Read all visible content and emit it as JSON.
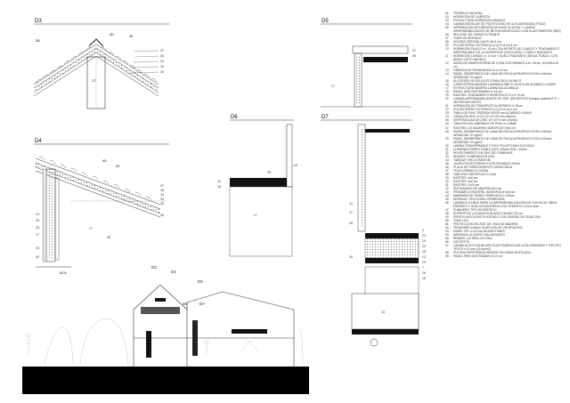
{
  "sheet": {
    "details": [
      {
        "id": "d3",
        "label": "D3"
      },
      {
        "id": "d4",
        "label": "D4"
      },
      {
        "id": "d5",
        "label": "D5"
      },
      {
        "id": "d6",
        "label": "D6"
      },
      {
        "id": "d7",
        "label": "D7"
      }
    ],
    "callouts": {
      "d3_top": [
        "40",
        "40"
      ],
      "d3_right": [
        "37",
        "36",
        "34",
        "33",
        "35"
      ],
      "d3_left": "38",
      "d3_bottom": "17",
      "d4_top": [
        "40",
        "40"
      ],
      "d4_right": [
        "37",
        "36",
        "34",
        "33",
        "35",
        "48"
      ],
      "d4_left": [
        "24",
        "26",
        "26",
        "17",
        "43",
        "42"
      ],
      "d4_mid": [
        "17",
        "48"
      ],
      "d4_bottom": "26/26",
      "d5_right": [
        "17",
        "37",
        "36"
      ],
      "d6_labels": [
        "10",
        "18",
        "35",
        "49",
        "17"
      ],
      "d7_labels": [
        "24",
        "17",
        "25",
        "49",
        "4",
        "23",
        "19",
        "22",
        "25",
        "12",
        "29",
        "7",
        "26",
        "15"
      ],
      "d7_bottom": "15"
    },
    "section_marks": [
      "D3",
      "D4",
      "D5",
      "D6",
      "D7"
    ]
  },
  "legend": [
    {
      "n": "01",
      "t": "TERRENO NATURAL"
    },
    {
      "n": "02",
      "t": "HORMIGÓN DE LIMPIEZA"
    },
    {
      "n": "03",
      "t": "ESTRUCTURA HORMIGÓN ARMADO"
    },
    {
      "n": "04",
      "t": "LÁMINA NODULAR DE POLIETILENO DE ALTA DENSIDAD (PEAD)"
    },
    {
      "n": "05",
      "t": "IMPRIMACIÓN BITUMINOSA DE BASE ACUOSA Y LÁMINA IMPERMEABILIZANTE DE BETÚN MODIFICADO CON ELASTÓMEROS (SBS)"
    },
    {
      "n": "06",
      "t": "RELLENO DE GRAVA FILTRANTE"
    },
    {
      "n": "07",
      "t": "TUBO DE DRENAJE"
    },
    {
      "n": "08",
      "t": "SOLERA SISTEMA CAVITI Ø=3 cm"
    },
    {
      "n": "09",
      "t": "POLIESTIRENO EXTRUIDO (LG) E=6 cm 4 cm"
    },
    {
      "n": "10",
      "t": "HORMIGÓN PULIDO e= 10 cm CON APORTE DE CUARZO Y TRATAMIENTO IMPERMEABLE DE LA SUPERFICIE (INCOLORO) Y SUELO RADIANTE"
    },
    {
      "n": "11",
      "t": "HORMIGÓN LAVADO e= 10 cm Y SUELO RADIANTE (DESACTIVADO, CON ÁRIDO VISTO NEGRO)"
    },
    {
      "n": "12",
      "t": "MURO DE MAMPOSTERÍA DE LOSA CON REMATE A e= 45 cm, SOLERA 20 cm"
    },
    {
      "n": "13",
      "t": "FÁBRICA DE TERMOARCILLA e=19 cm"
    },
    {
      "n": "14",
      "t": "PANEL SEMIRRÍGIDO DE LANA DE ROCA ALPHAROCK E225 e=80mm DENSIDAD 70 kg/m3"
    },
    {
      "n": "15",
      "t": "ALICATADO DE AZULEJO ESMALTADO BLANCO"
    },
    {
      "n": "16",
      "t": "CARPINTERÍA MADERA LAMINADA ABETO DOUGLAS ACABADO LASUR"
    },
    {
      "n": "17",
      "t": "ESTRUCTURA MADERA LAMINADA ACABADA"
    },
    {
      "n": "18",
      "t": "PANEL HEB HUSTEMANN e=16 cm"
    },
    {
      "n": "19",
      "t": "RASTREL TRATAMIENTO HIDRÓFUGO 5 x 5 / 5 cm"
    },
    {
      "n": "20",
      "t": "LÁMINA IMPERMEABILIZANTE DE ZINC (REVESTECH) según patente R.E. / 4M PRESUPUESTO"
    },
    {
      "n": "21",
      "t": "HORMIGÓN DE PENDIENTE ALIGERADO 5-15cm"
    },
    {
      "n": "22",
      "t": "POLIESTIRENO EXTRUIDO (LG) E=6 cm 4 cm"
    },
    {
      "n": "23",
      "t": "TABLA DE PINO TRATADA 90X20 mm ACABADO LASUR"
    },
    {
      "n": "24",
      "t": "CANALÓN ZINC 3+12+12+12+20 mm (94mm)"
    },
    {
      "n": "25",
      "t": "VIERTEAGUAS DE ZINC 10+10+5 mm (20mm)"
    },
    {
      "n": "26",
      "t": "TABLERO AGLOMERADO DE PINO e=1,8MM"
    },
    {
      "n": "27",
      "t": "RASTREL DE MADERA HIDRÓFUGO 5x5 cm"
    },
    {
      "n": "28",
      "t": "PANEL SEMIRRÍGIDO DE LANA DE ROCA ALPHAROCK E225 e=80mm DENSIDAD 70 kg/m3"
    },
    {
      "n": "29",
      "t": "PANEL SEMIRRÍGIDO DE LANA DE ROCA ALPHAROCK E225 e=60mm DENSIDAD 70 kg/m3"
    },
    {
      "n": "30",
      "t": "LÁMINA TRANSPIRABLE TYVEK POLIETILENO FLEXIBLE"
    },
    {
      "n": "31",
      "t": "CHIMENEA PARED DOBLE (INT) 150mm AISL. 25mm"
    },
    {
      "n": "32",
      "t": "REVESTIMIENTO EN ZINC DE CHIMENEA"
    },
    {
      "n": "33",
      "t": "REMATE CHIMENEA EN ZINC"
    },
    {
      "n": "34",
      "t": "TABIQUE VHD A FABICOM"
    },
    {
      "n": "35",
      "t": "JUNTA POLIESTIRENO EXTRUSIONADO 20mm"
    },
    {
      "n": "36",
      "t": "PLACA DE FIBROCEMENTO GRAN ONDA"
    },
    {
      "n": "37",
      "t": "TEJA CERÁMICA CURVA"
    },
    {
      "n": "38",
      "t": "TABLERO HIDROFUGO e=2cm"
    },
    {
      "n": "39",
      "t": "RASTREL 4x6 cm"
    },
    {
      "n": "40",
      "t": "RASTREL 4x6 cm"
    },
    {
      "n": "41",
      "t": "RASTREL 2x15 cm"
    },
    {
      "n": "42",
      "t": "ENTRAMADO DE MADERA 8x4 cm"
    },
    {
      "n": "43",
      "t": "PREMARCO RASTREL HIDRÓFUGO 5x5 cm"
    },
    {
      "n": "44",
      "t": "MAMPARA DE VIDRIO TEMPLADO e=10mm"
    },
    {
      "n": "45",
      "t": "HERRAJE TIPO KLEIN CORREDERA"
    },
    {
      "n": "46",
      "t": "LÁMINA FLEXIBLE PARA LA IMPERMEABILIZACIÓN DE DUCHA DE OBRA, PAREDES Y SUELOS ADHERIDA CON CEMENTO COLA 4mm"
    },
    {
      "n": "47",
      "t": "SUMIDERO TIPO REVESTECH"
    },
    {
      "n": "48",
      "t": "SUPERFICIE LACADA EN BLANCO ANCHO 80 cm"
    },
    {
      "n": "49",
      "t": "ESPEJO INCOLORO PLATEADO CON GRAPAS DE SUJECIÓN"
    },
    {
      "n": "50",
      "t": "TUBO LED"
    },
    {
      "n": "51",
      "t": "PROTECCIÓN EN ZINC DE VIGA DE MADERA"
    },
    {
      "n": "52",
      "t": "TENSORES ø=8mm SUJECIÓN DE VEGETACIÓN"
    },
    {
      "n": "53",
      "t": "PANEL HPL e=10 mm BLANCO MATE"
    },
    {
      "n": "54",
      "t": "BARANDILLA ACERO GALVANIZADO"
    },
    {
      "n": "55",
      "t": "REMATE LATERAL EN ZINC"
    },
    {
      "n": "56",
      "t": "GEOTEXTIL"
    },
    {
      "n": "57",
      "t": "LÁMINA ACÚSTICA BICAPA ELASTOMÉRICA DE ALTA DENSIDAD Y FIELTRO TEXTIL e=3 mm (16 kg/m2)"
    },
    {
      "n": "58",
      "t": "PLETINA PERFORADA REMATE FACHADA VENTILADA"
    },
    {
      "n": "59",
      "t": "PANEL HEB HUSTEMANN e=12 cm"
    }
  ],
  "colors": {
    "line": "#333333",
    "fill_dark": "#111111",
    "insulation": "#9a9a9a",
    "hatch": "#bdbdbd"
  }
}
